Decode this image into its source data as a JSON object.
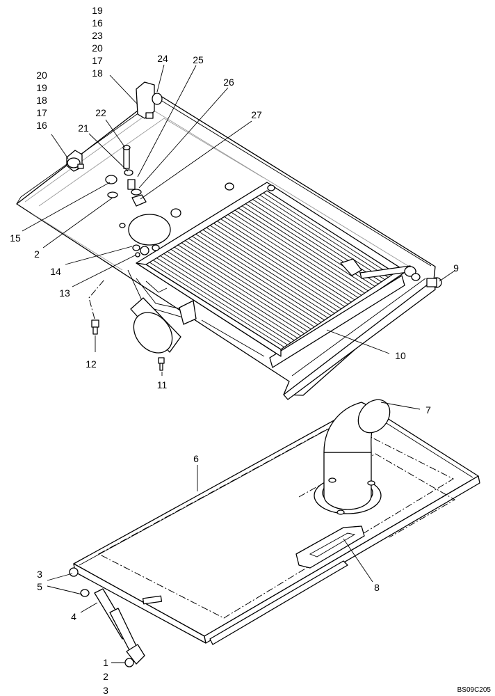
{
  "diagram": {
    "reference": "BS09C205",
    "stacks": {
      "top_a": [
        "19",
        "16",
        "23",
        "20",
        "17",
        "18"
      ],
      "top_b": [
        "20",
        "19",
        "18",
        "17",
        "16"
      ],
      "bottom": [
        "1",
        "2",
        "3"
      ],
      "left_pair": [
        "3",
        "5"
      ]
    },
    "callouts": {
      "c24": "24",
      "c25": "25",
      "c26": "26",
      "c27": "27",
      "c22": "22",
      "c21": "21",
      "c15": "15",
      "c2": "2",
      "c14": "14",
      "c13": "13",
      "c9": "9",
      "c10": "10",
      "c12": "12",
      "c11": "11",
      "c7": "7",
      "c6": "6",
      "c8": "8",
      "c4": "4"
    }
  }
}
